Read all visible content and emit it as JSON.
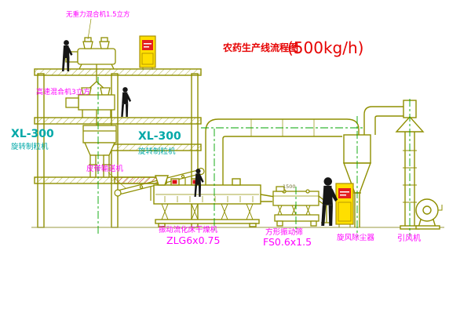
{
  "title": {
    "text": "农药生产线流程图",
    "capacity": "(500kg/h)"
  },
  "labels": {
    "mixer_top": "无重力混合机1.5立方",
    "mixer_high_speed": "高速混合机3立方",
    "granulator_left_model": "XL-300",
    "granulator_left_name": "旋转制粒机",
    "granulator_mid_model": "XL-300",
    "granulator_mid_name": "旋转制粒机",
    "belt_conveyor": "皮带输送机",
    "dryer_name": "振动流化床干燥机",
    "dryer_model": "ZLG6x0.75",
    "screen_name": "方形振动筛",
    "screen_model": "FS0.6x1.5",
    "cyclone": "旋风除尘器",
    "induced_draft_fan": "引风机",
    "screen_dimension": "1500"
  },
  "colors": {
    "title_red": "#e60000",
    "label_magenta": "#ff00ff",
    "label_cyan": "#00a8a8",
    "structure_olive": "#8f8f00",
    "centerline_green": "#00a400",
    "cabinet_yellow": "#ffdf00",
    "cabinet_red": "#e42020",
    "foundation_hatch_red": "#c04028",
    "figure_black": "#161616"
  }
}
